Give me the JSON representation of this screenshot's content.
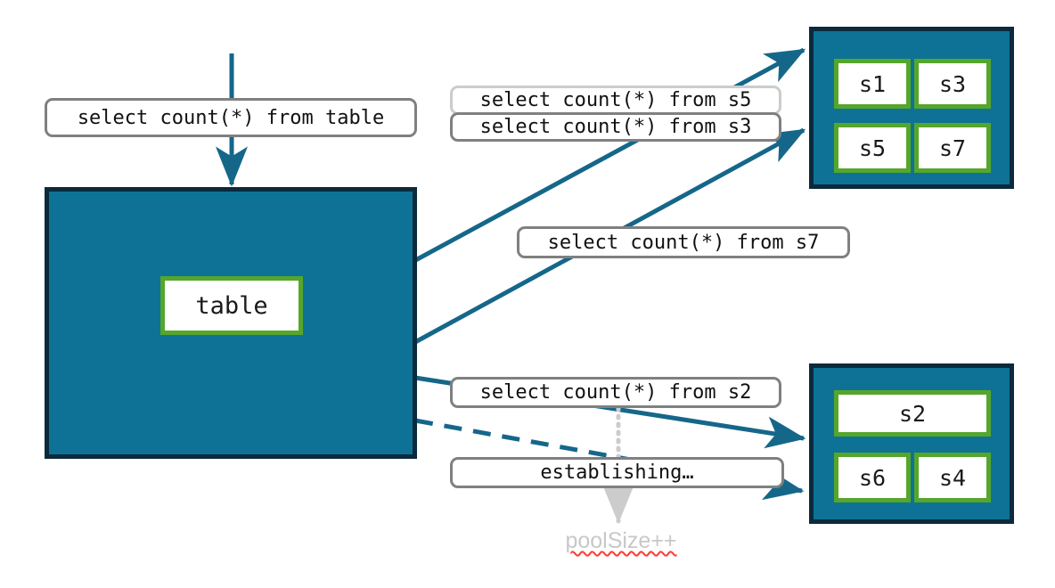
{
  "diagram": {
    "title": "connection pool query routing diagram",
    "colors": {
      "container_fill": "#0E7297",
      "container_border": "#0B2A3B",
      "node_border": "#55A62B",
      "node_fill": "#ffffff",
      "arrow": "#15678A",
      "pill_border": "#808080",
      "pill_border_light": "#cccccc",
      "dotted_line": "#cccccc",
      "annotation_text": "#c8c8c8",
      "spellcheck_underline": "#ff3b30"
    },
    "main": {
      "node_label": "table"
    },
    "server_group_top": {
      "nodes": [
        {
          "label": "s1"
        },
        {
          "label": "s3"
        },
        {
          "label": "s5"
        },
        {
          "label": "s7"
        }
      ]
    },
    "server_group_bottom": {
      "nodes": [
        {
          "label": "s2"
        },
        {
          "label": "s6"
        },
        {
          "label": "s4"
        }
      ]
    },
    "labels": {
      "from_table": "select count(*) from table",
      "from_s5": "select count(*) from s5",
      "from_s3": "select count(*) from s3",
      "from_s7": "select count(*) from s7",
      "from_s2": "select count(*) from s2",
      "establishing": "establishing…",
      "pool_size": "poolSize++"
    }
  }
}
